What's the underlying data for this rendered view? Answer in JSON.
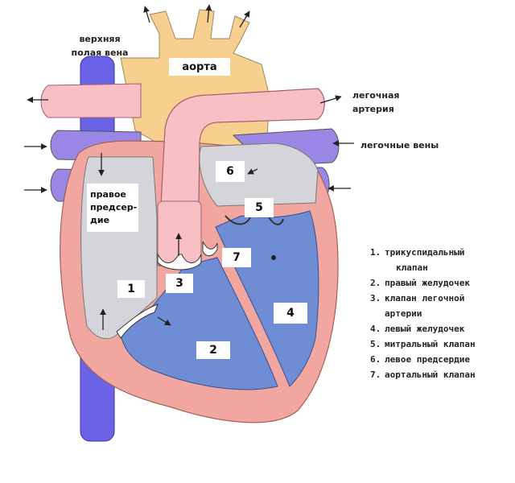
{
  "colors": {
    "aorta": "#F7CF8E",
    "vena_cava": "#6A63E6",
    "pulmonary_veins": "#9A86E4",
    "pulmonary_artery": "#F8BFC4",
    "myocardium": "#F1A7A0",
    "chamber_gray": "#D4D4DA",
    "ventricle_blue": "#6E8DD4",
    "valve": "#FFFFFF"
  },
  "labels": {
    "superior_vena_cava": [
      "верхняя",
      "полая вена"
    ],
    "aorta": "аорта",
    "pulmonary_artery": [
      "легочная",
      "артерия"
    ],
    "pulmonary_veins": "легочные вены",
    "right_atrium": [
      "правое",
      "предсер-",
      "дие"
    ]
  },
  "markers": [
    "1",
    "2",
    "3",
    "4",
    "5",
    "6",
    "7"
  ],
  "legend": [
    {
      "num": "1.",
      "lines": [
        "трикуспидальный",
        "клапан"
      ]
    },
    {
      "num": "2.",
      "lines": [
        "правый желудочек"
      ]
    },
    {
      "num": "3.",
      "lines": [
        "клапан легочной",
        "артерии"
      ]
    },
    {
      "num": "4.",
      "lines": [
        "левый желудочек"
      ]
    },
    {
      "num": "5.",
      "lines": [
        "митральный клапан"
      ]
    },
    {
      "num": "6.",
      "lines": [
        "левое предсердие"
      ]
    },
    {
      "num": "7.",
      "lines": [
        "аортальный клапан"
      ]
    }
  ]
}
